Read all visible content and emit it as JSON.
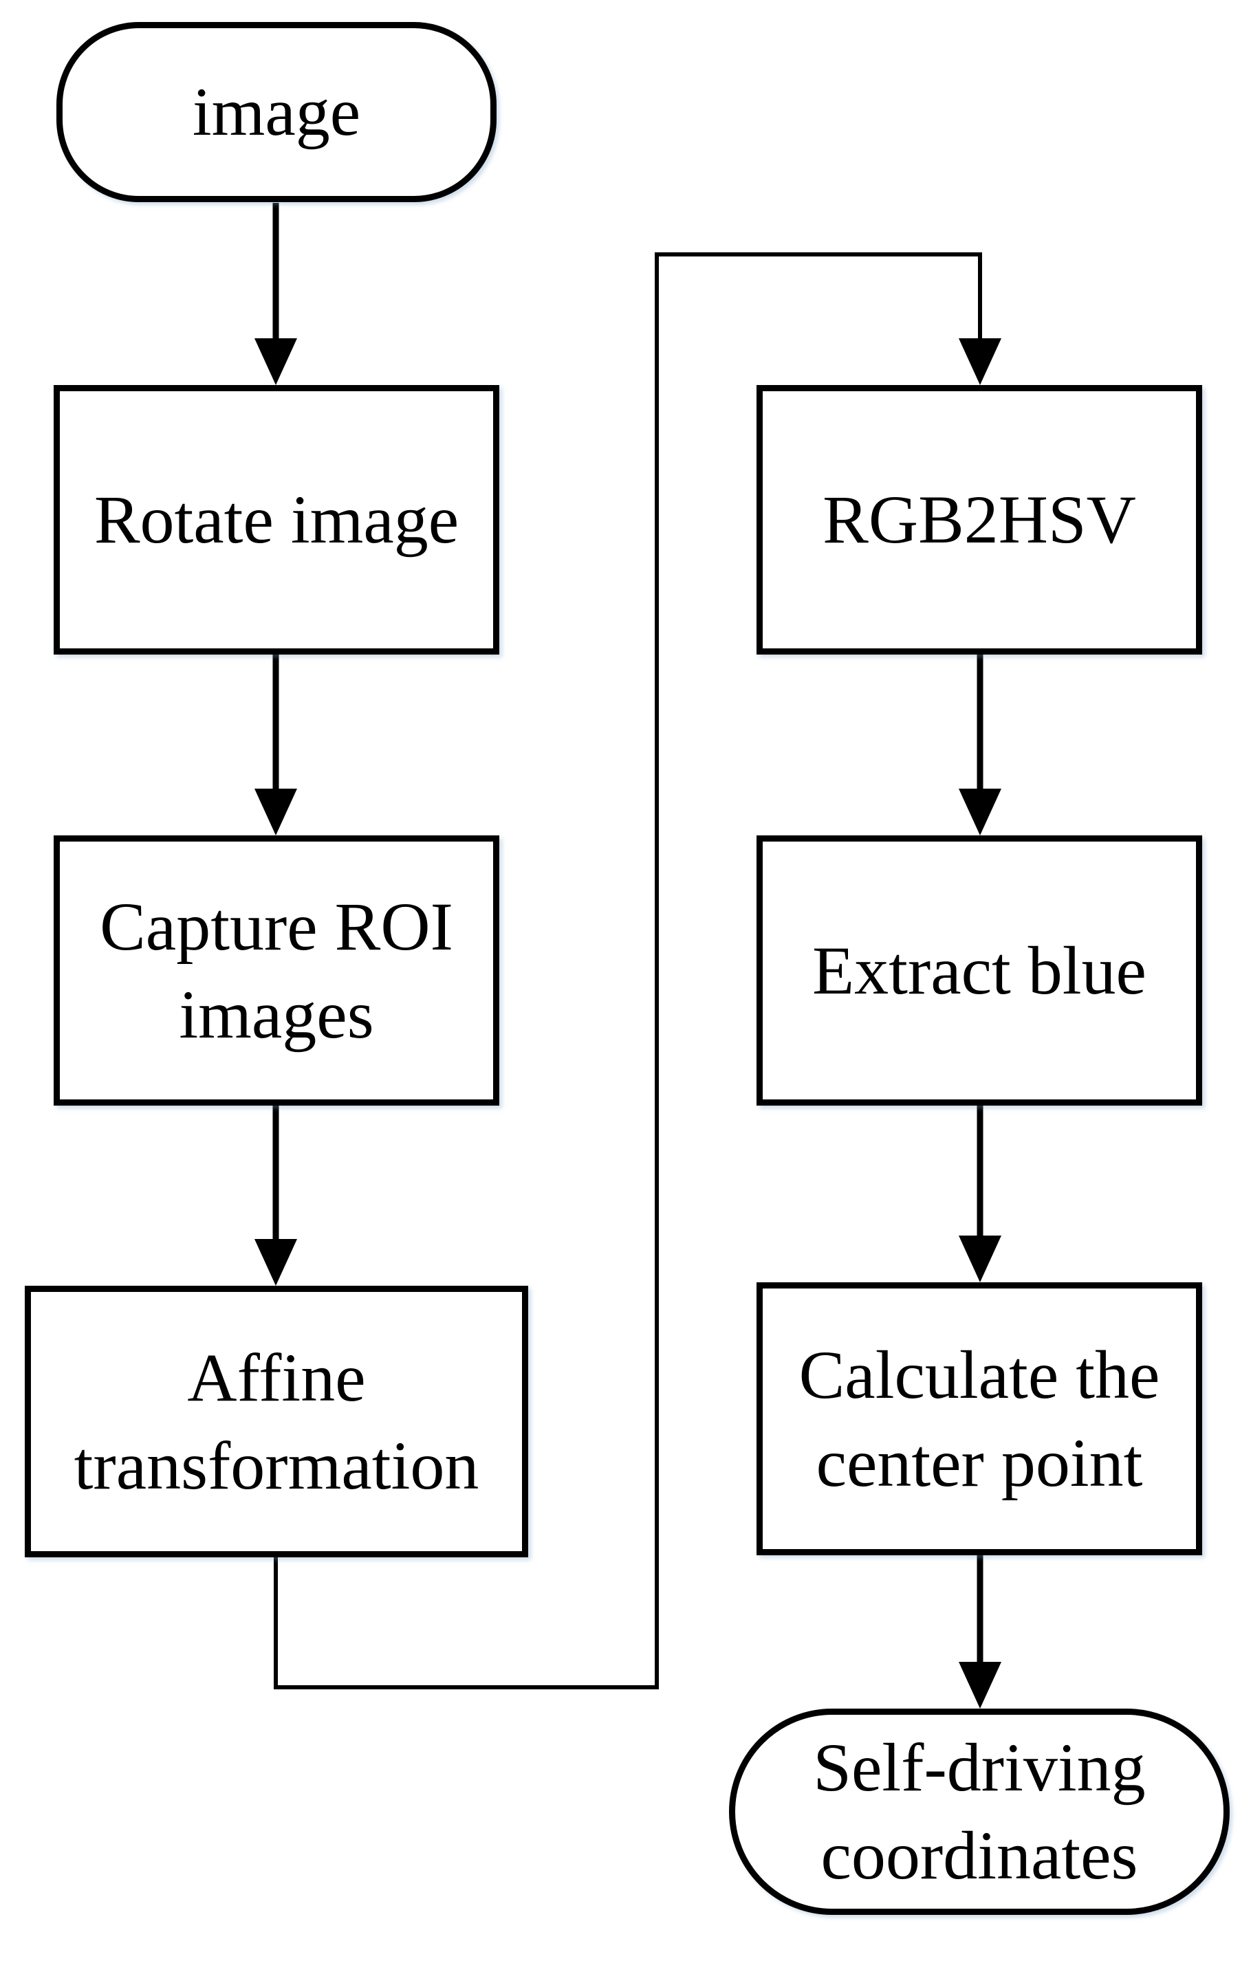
{
  "diagram": {
    "type": "flowchart",
    "colors": {
      "stroke": "#000000",
      "fill": "#ffffff"
    },
    "nodes": [
      {
        "id": "image",
        "shape": "terminal",
        "lines": [
          "image"
        ]
      },
      {
        "id": "rotate",
        "shape": "process",
        "lines": [
          "Rotate image"
        ]
      },
      {
        "id": "capture",
        "shape": "process",
        "lines": [
          "Capture ROI",
          "images"
        ]
      },
      {
        "id": "affine",
        "shape": "process",
        "lines": [
          "Affine",
          "transformation"
        ]
      },
      {
        "id": "rgb2hsv",
        "shape": "process",
        "lines": [
          "RGB2HSV"
        ]
      },
      {
        "id": "extract",
        "shape": "process",
        "lines": [
          "Extract blue"
        ]
      },
      {
        "id": "center",
        "shape": "process",
        "lines": [
          "Calculate the",
          "center point"
        ]
      },
      {
        "id": "selfdriving",
        "shape": "terminal",
        "lines": [
          "Self-driving",
          "coordinates"
        ]
      }
    ],
    "edges": [
      {
        "from": "image",
        "to": "rotate"
      },
      {
        "from": "rotate",
        "to": "capture"
      },
      {
        "from": "capture",
        "to": "affine"
      },
      {
        "from": "affine",
        "to": "rgb2hsv"
      },
      {
        "from": "rgb2hsv",
        "to": "extract"
      },
      {
        "from": "extract",
        "to": "center"
      },
      {
        "from": "center",
        "to": "selfdriving"
      }
    ]
  }
}
